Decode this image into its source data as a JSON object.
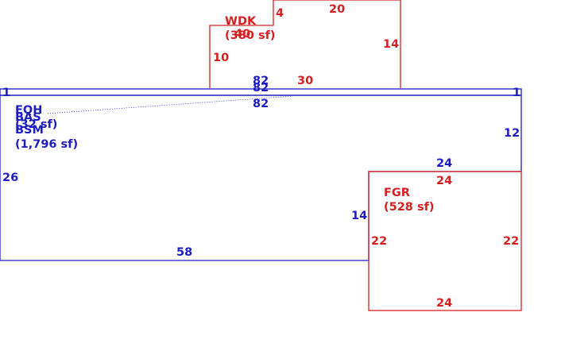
{
  "colors": {
    "living": "#1c1cc0",
    "addition": "#d42020",
    "background": "#ffffff"
  },
  "areas": {
    "main": {
      "codes": [
        "EQH",
        "BAS",
        "BSM"
      ],
      "partial": "(32 sf)",
      "area": "(1,796 sf)"
    },
    "deck": {
      "code": "WDK",
      "area": "(380 sf)"
    },
    "garage": {
      "code": "FGR",
      "area": "(528 sf)"
    }
  },
  "dimensions": {
    "main_left": "26",
    "main_bottom": "58",
    "main_top_a": "82",
    "main_top_b": "82",
    "main_top_c": "82",
    "main_right": "12",
    "main_step_top": "24",
    "main_step_side": "14",
    "strip_left": "1",
    "strip_right": "1",
    "deck_left": "10",
    "deck_mid": "40",
    "deck_step": "4",
    "deck_top": "20",
    "deck_right": "14",
    "deck_bottom": "30",
    "garage_top": "24",
    "garage_left": "22",
    "garage_right": "22",
    "garage_bottom": "24"
  }
}
